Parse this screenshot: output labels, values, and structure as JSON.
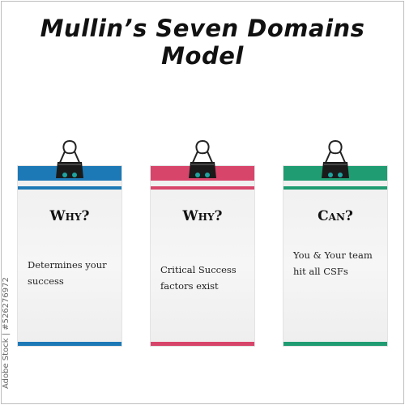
{
  "title": "Mullin’s Seven Domains Model",
  "side_id": "Adobe Stock | #526276972",
  "cards": [
    {
      "heading": "Why?",
      "body": "Determines your success",
      "color": "#1d79b6"
    },
    {
      "heading": "Why?",
      "body": "Critical Success factors exist",
      "color": "#d8456b"
    },
    {
      "heading": "Can?",
      "body": "You & Your team hit all CSFs",
      "color": "#1f9c72"
    }
  ]
}
